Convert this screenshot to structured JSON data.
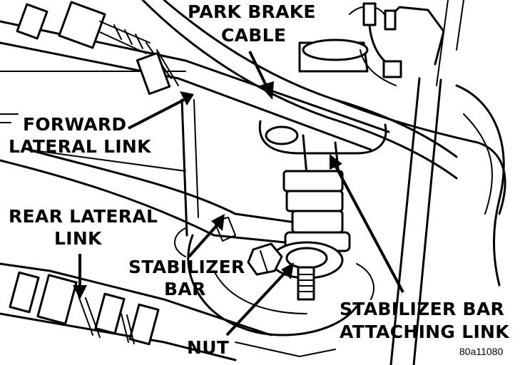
{
  "labels": {
    "park_brake_cable": [
      "PARK BRAKE",
      "CABLE"
    ],
    "forward_lateral_link": [
      "FORWARD",
      "LATERAL LINK"
    ],
    "rear_lateral_link": [
      "REAR LATERAL",
      "LINK"
    ],
    "stabilizer_bar": [
      "STABILIZER",
      "BAR"
    ],
    "nut": "NUT",
    "stabilizer_bar_attaching_link": [
      "STABILIZER BAR",
      "ATTACHING LINK"
    ]
  },
  "figure_id": "80a11080"
}
